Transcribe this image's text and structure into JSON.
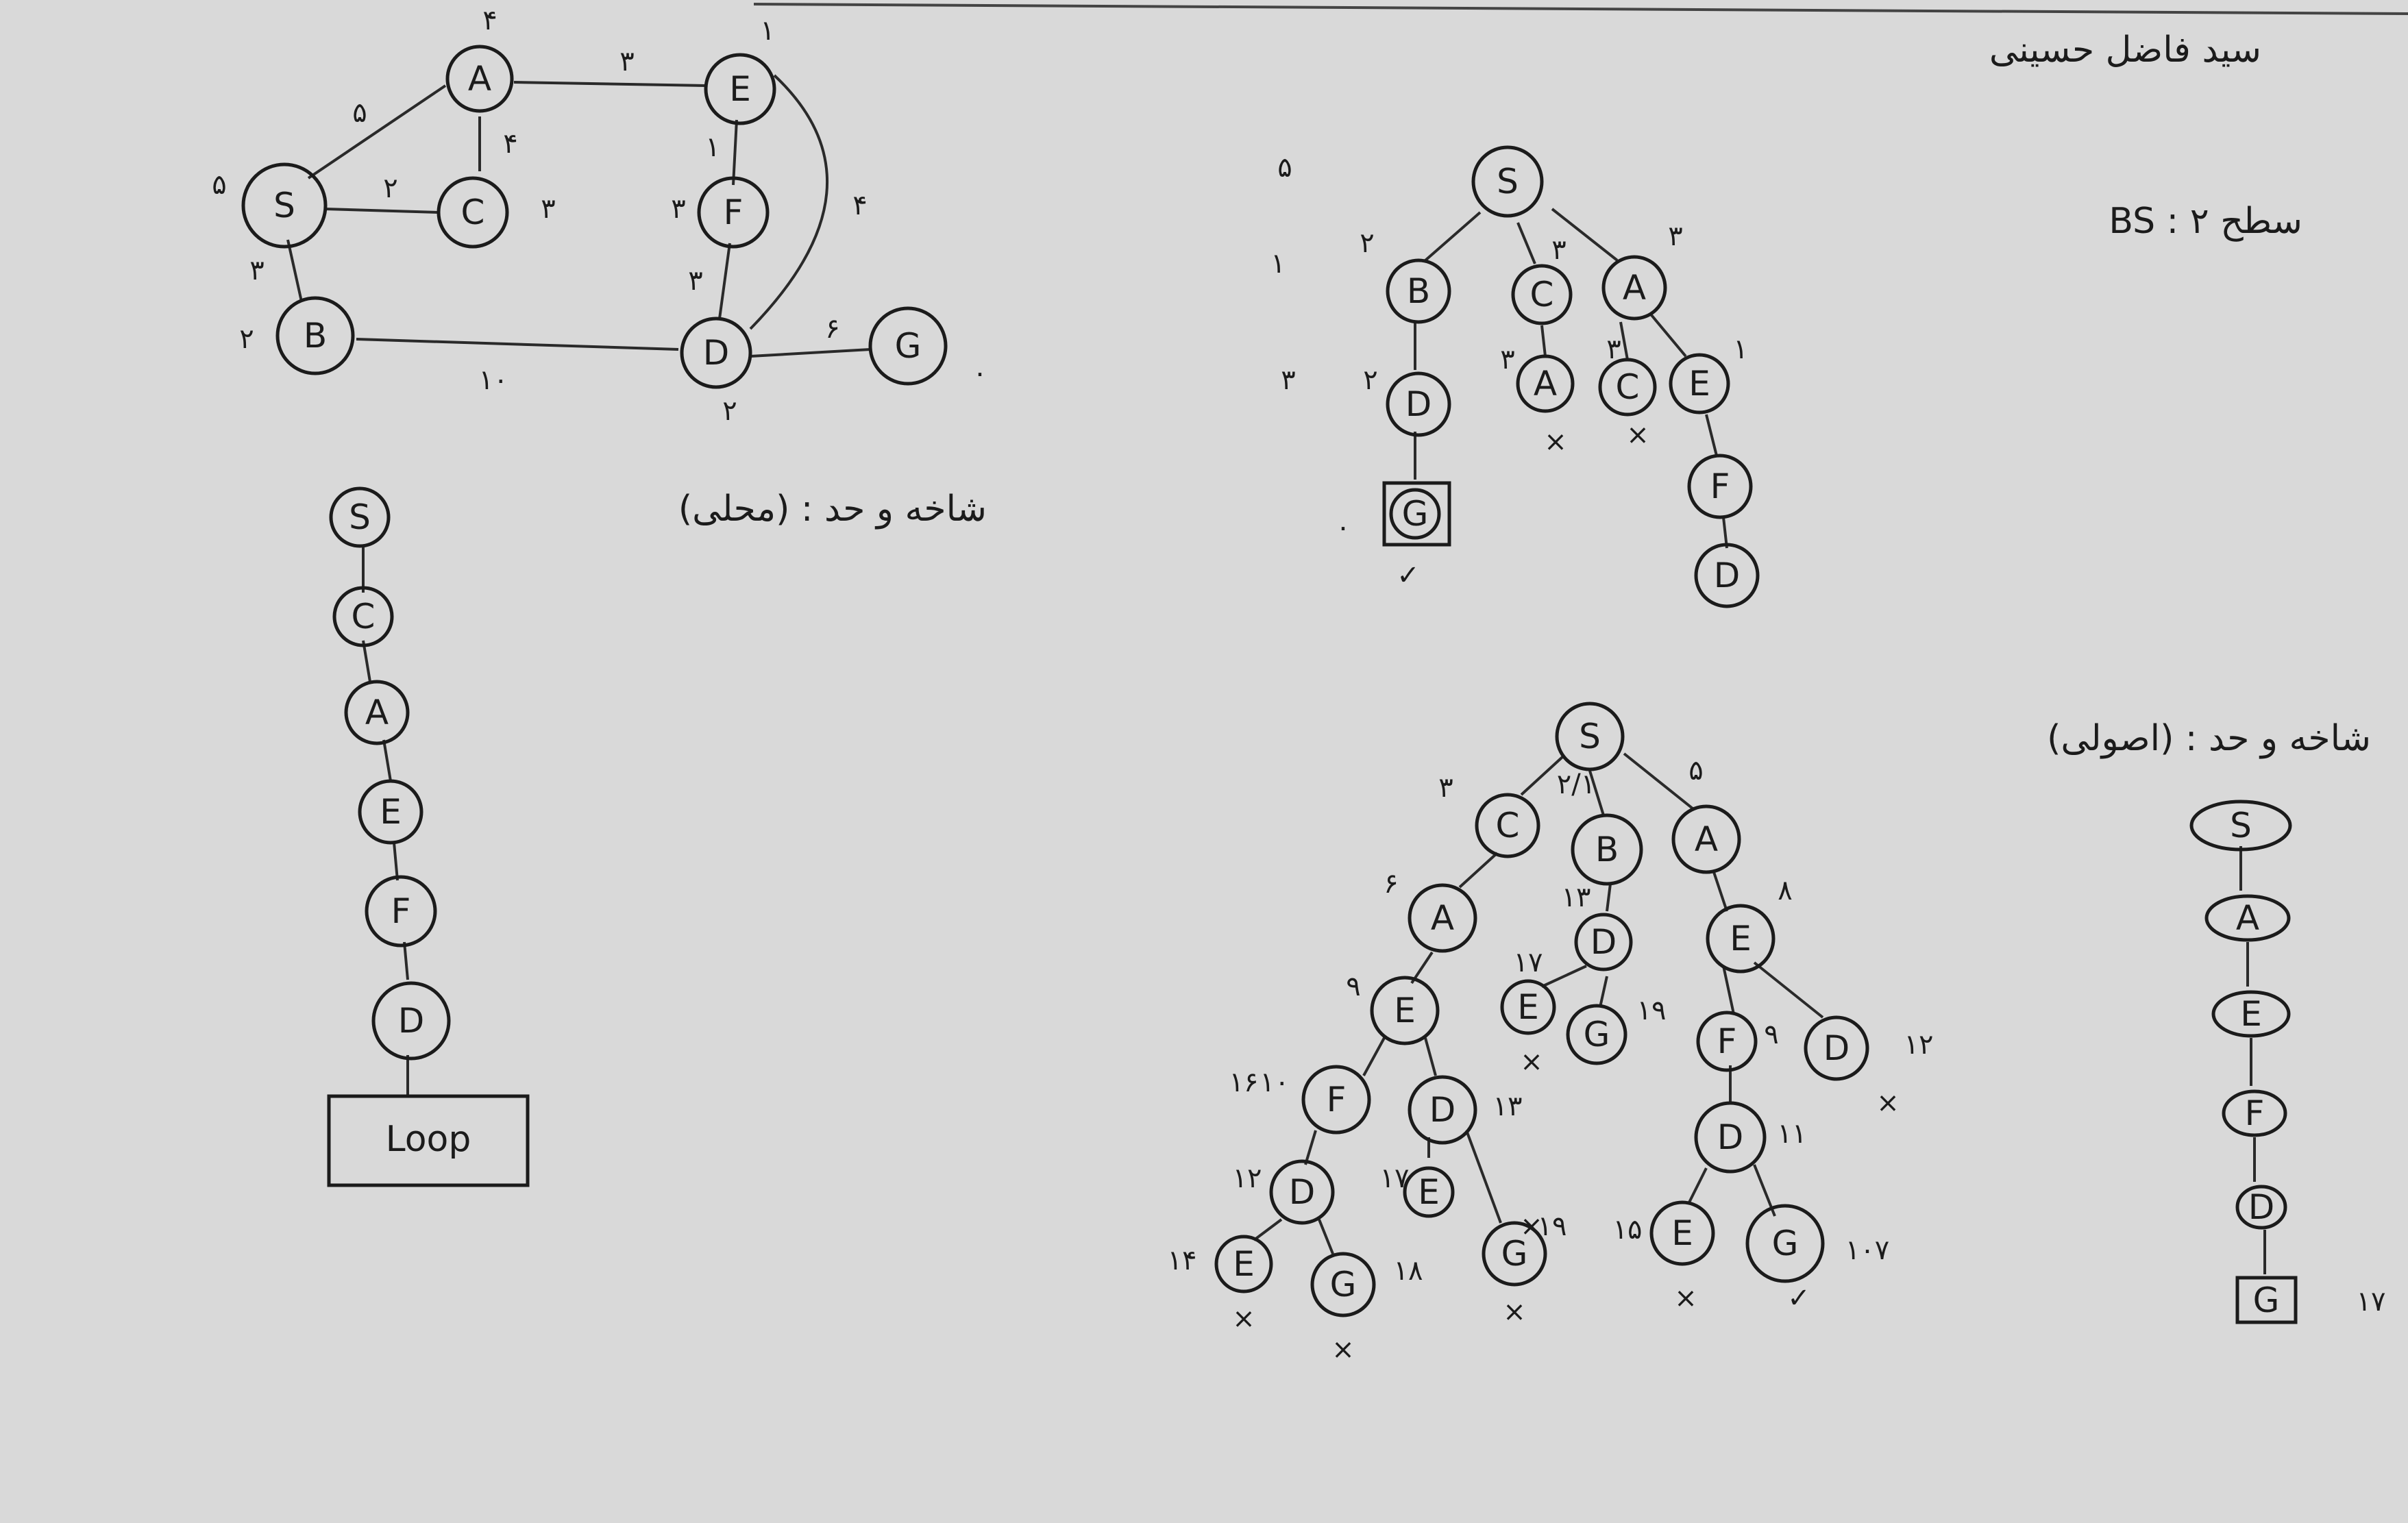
{
  "header": {
    "author": "سید فاضل حسینی"
  },
  "graph": {
    "nodes": [
      {
        "id": "A",
        "h": "۴"
      },
      {
        "id": "E",
        "h": "۱"
      },
      {
        "id": "S",
        "h": "۵"
      },
      {
        "id": "C",
        "h": "۳"
      },
      {
        "id": "F",
        "h": "۳"
      },
      {
        "id": "B",
        "h": "۲"
      },
      {
        "id": "D",
        "h": "۲"
      },
      {
        "id": "G",
        "h": "۰"
      }
    ],
    "edges": [
      {
        "from": "S",
        "to": "A",
        "w": "۵"
      },
      {
        "from": "A",
        "to": "E",
        "w": "۳"
      },
      {
        "from": "A",
        "to": "C",
        "w": "۴"
      },
      {
        "from": "S",
        "to": "C",
        "w": "۲"
      },
      {
        "from": "S",
        "to": "B",
        "w": "۳"
      },
      {
        "from": "B",
        "to": "D",
        "w": "۱۰"
      },
      {
        "from": "E",
        "to": "F",
        "w": "۱"
      },
      {
        "from": "E",
        "to": "D",
        "w": "۴"
      },
      {
        "from": "F",
        "to": "D",
        "w": "۳"
      },
      {
        "from": "D",
        "to": "G",
        "w": "۶"
      }
    ]
  },
  "dfs_chain": {
    "title": "شاخه و حد : (محلی)",
    "nodes": [
      "S",
      "C",
      "A",
      "E",
      "F",
      "D"
    ],
    "end_box": "Loop"
  },
  "bfs": {
    "title": "BS : سطح ۲",
    "side_levels": [
      "۵",
      "۱",
      "۳"
    ],
    "tree_labels": [
      "S",
      "B",
      "C",
      "A",
      "D",
      "A",
      "C",
      "E",
      "G",
      "F",
      "D"
    ],
    "tree_numbers": [
      "۲",
      "۳",
      "۳",
      "۲",
      "۳",
      "۳",
      "۱",
      "۰"
    ],
    "marks": [
      "×",
      "×",
      "✓"
    ]
  },
  "bnb": {
    "title": "شاخه و حد : (اصولی)",
    "tree_labels": [
      "S",
      "C",
      "B",
      "A",
      "A",
      "D",
      "E",
      "E",
      "E",
      "G",
      "F",
      "D",
      "F",
      "D",
      "D",
      "E",
      "D",
      "E",
      "G",
      "G",
      "E",
      "G"
    ],
    "costs": [
      "۳",
      "۲/۱",
      "۵",
      "۶",
      "۱۳",
      "۸",
      "۹",
      "۱۷",
      "۱۹",
      "۱۰",
      "۱۳",
      "۹",
      "۱۲",
      "۱۲",
      "۱۱",
      "۱۷",
      "۱۴",
      "۱۸",
      "۱۹",
      "۱۶",
      "۱۵",
      "۱۰۷"
    ],
    "marks": [
      "×",
      "×",
      "×",
      "×",
      "×",
      "×",
      "×",
      "✓"
    ]
  },
  "greedy": {
    "chain": [
      "S",
      "A",
      "E",
      "F",
      "D",
      "G"
    ],
    "cost": "۱۷"
  }
}
